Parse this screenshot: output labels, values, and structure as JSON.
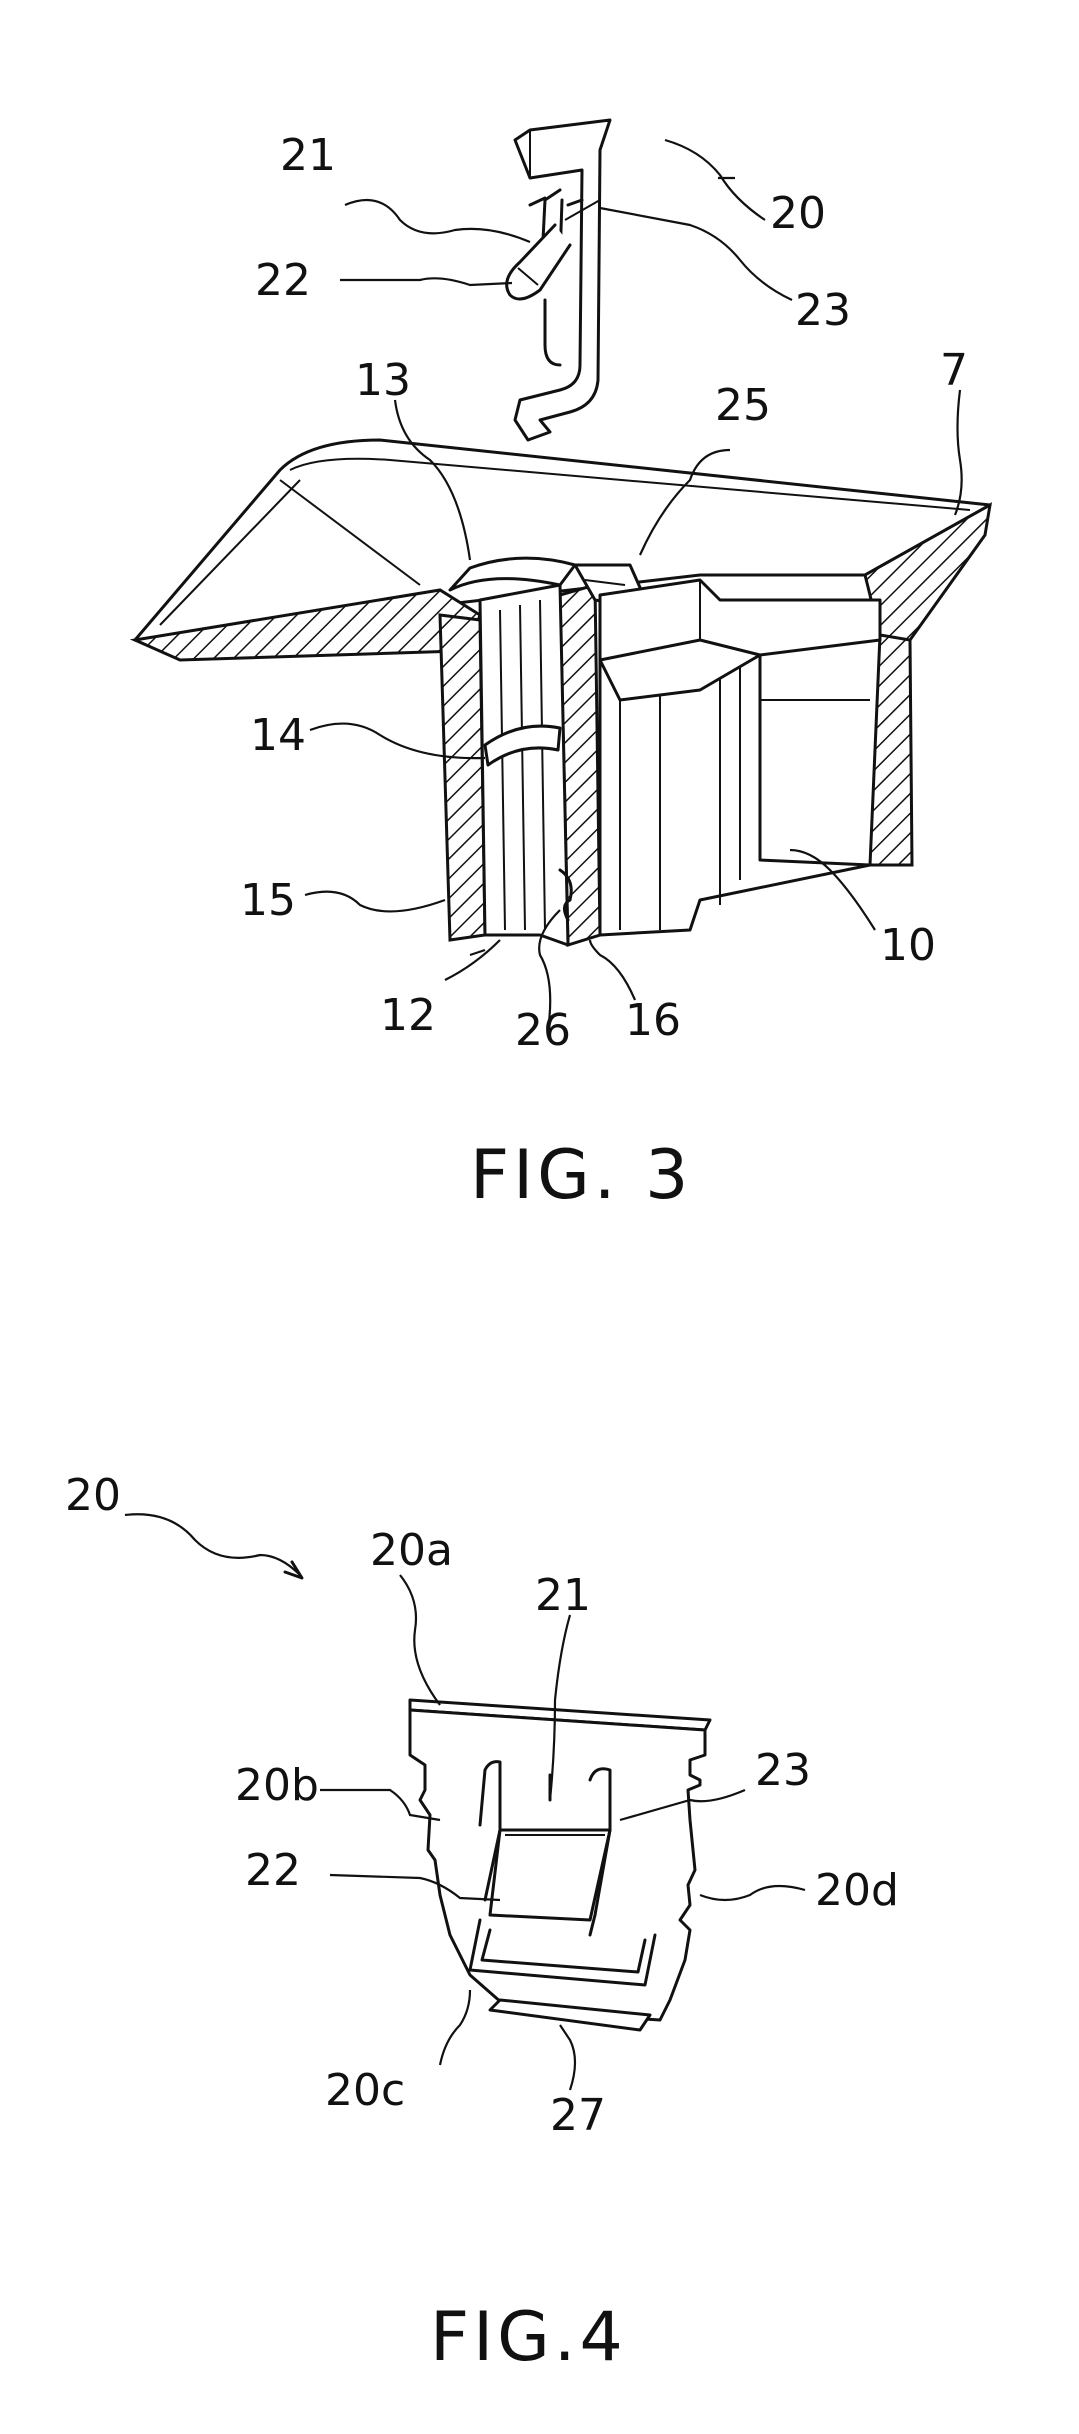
{
  "figures": [
    {
      "caption": "FIG. 3",
      "labels": {
        "l20": "20",
        "l21": "21",
        "l22": "22",
        "l23": "23",
        "l7": "7",
        "l13": "13",
        "l25": "25",
        "l14": "14",
        "l15": "15",
        "l10": "10",
        "l12": "12",
        "l26": "26",
        "l16": "16"
      }
    },
    {
      "caption": "FIG.4",
      "labels": {
        "l20": "20",
        "l20a": "20a",
        "l21": "21",
        "l20b": "20b",
        "l23": "23",
        "l22": "22",
        "l20d": "20d",
        "l20c": "20c",
        "l27": "27"
      }
    }
  ]
}
